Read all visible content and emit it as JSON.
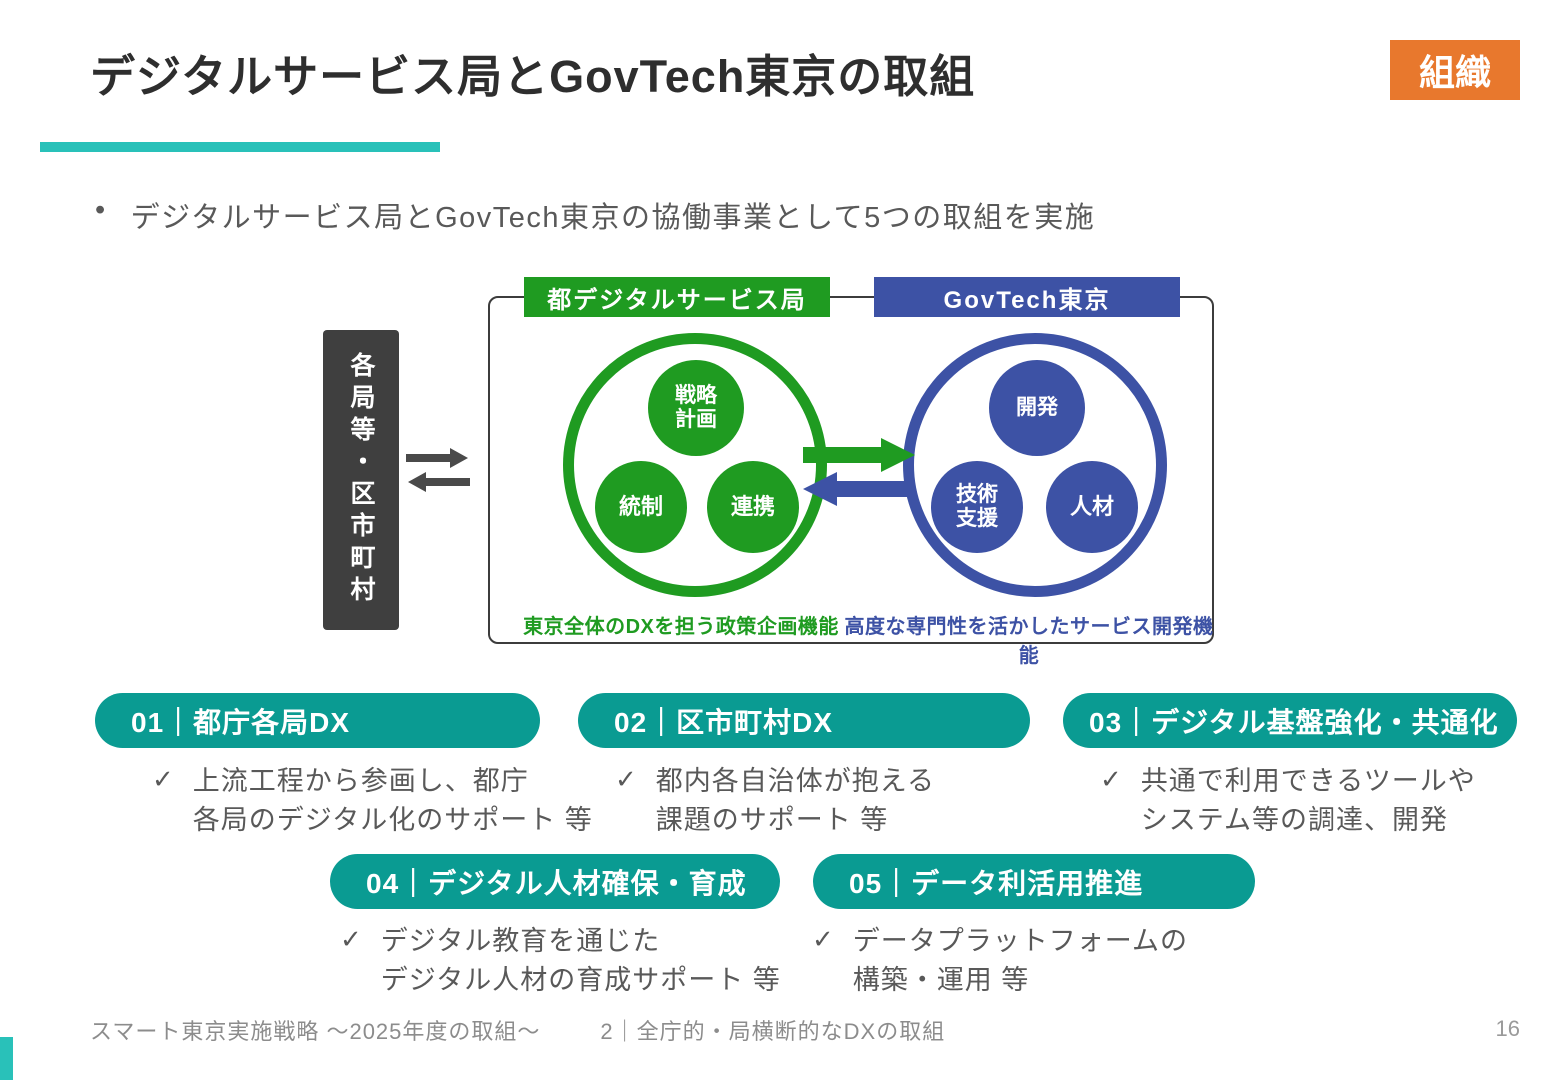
{
  "header": {
    "title": "デジタルサービス局とGovTech東京の取組",
    "badge": "組織"
  },
  "intro": "デジタルサービス局とGovTech東京の協働事業として5つの取組を実施",
  "icons": {
    "bullet": "•",
    "check": "✓"
  },
  "diagram": {
    "left_box": "各局等・区市町村",
    "green_header": "都デジタルサービス局",
    "blue_header": "GovTech東京",
    "green_nodes": [
      "戦略\n計画",
      "統制",
      "連携"
    ],
    "blue_nodes": [
      "開発",
      "技術\n支援",
      "人材"
    ],
    "green_caption": "東京全体のDXを担う政策企画機能",
    "blue_caption": "高度な専門性を活かしたサービス開発機能"
  },
  "initiatives": [
    {
      "label": "01｜都庁各局DX",
      "desc": "上流工程から参画し、都庁\n各局のデジタル化のサポート 等"
    },
    {
      "label": "02｜区市町村DX",
      "desc": "都内各自治体が抱える\n課題のサポート 等"
    },
    {
      "label": "03｜デジタル基盤強化・共通化",
      "desc": "共通で利用できるツールや\nシステム等の調達、開発"
    },
    {
      "label": "04｜デジタル人材確保・育成",
      "desc": "デジタル教育を通じた\nデジタル人材の育成サポート 等"
    },
    {
      "label": "05｜データ利活用推進",
      "desc": "データプラットフォームの\n構築・運用 等"
    }
  ],
  "footer": {
    "strategy": "スマート東京実施戦略 ～2025年度の取組～",
    "section": "2｜全庁的・局横断的なDXの取組",
    "page": "16"
  },
  "colors": {
    "green": "#1F9B21",
    "blue": "#3D52A5",
    "teal": "#0A9B92",
    "teal_bright": "#29C1B9",
    "orange": "#E8782D",
    "dark": "#3F3F3F",
    "text_gray": "#595959"
  }
}
